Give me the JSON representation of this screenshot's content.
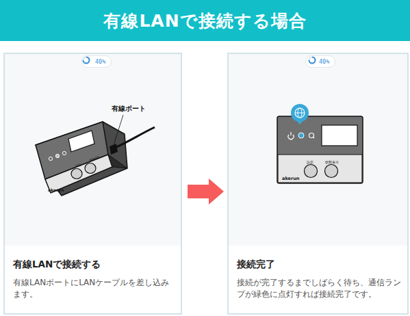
{
  "diagram": {
    "title": "有線LANで接続する場合",
    "nodes": [
      {
        "text": [
          "有線LANで接続する",
          "有線LANポートにLANケーブルを差し込みます。"
        ]
      },
      {
        "text": [
          "40%"
        ],
        "in": 0
      },
      {
        "text": [
          "接続完了",
          "接続が完了するまでしばらく待ち、通信ランプが緑色に点灯すれば接続完了です。"
        ]
      },
      {
        "text": [
          "40%"
        ],
        "in": 2
      }
    ],
    "edges": [
      {
        "from": 0,
        "to": 2,
        "arrow": "to"
      }
    ],
    "labels": [
      "有線ポート",
      "設定",
      "状態表示",
      "akerun",
      "設定",
      "状態表示",
      "akerun"
    ]
  }
}
